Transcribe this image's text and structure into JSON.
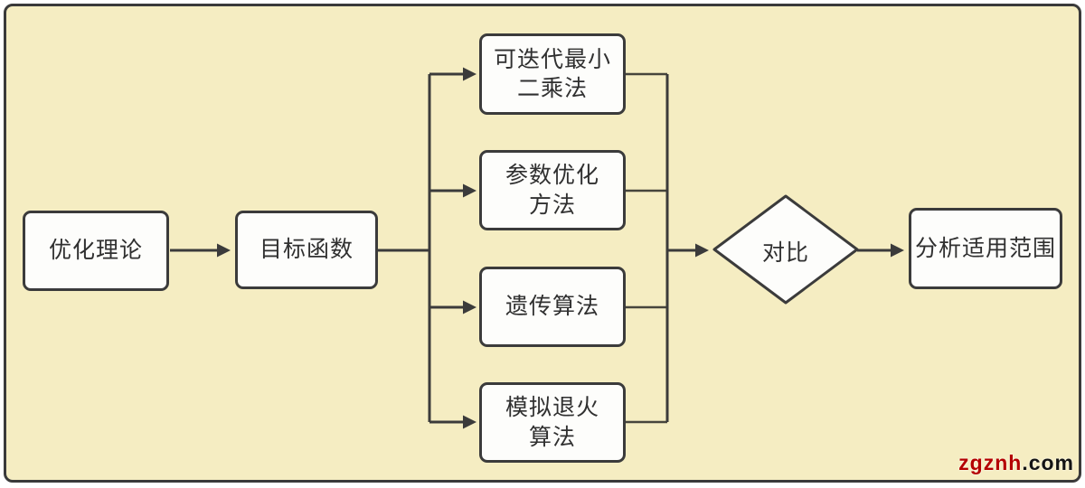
{
  "diagram": {
    "type": "flowchart",
    "language": "zh-CN",
    "nodes": {
      "optimization_theory": {
        "label": "优化理论",
        "shape": "rounded-rect"
      },
      "objective_function": {
        "label": "目标函数",
        "shape": "rounded-rect"
      },
      "iterative_least_squares": {
        "label": "可迭代最小\n二乘法",
        "shape": "rounded-rect"
      },
      "parameter_optimization": {
        "label": "参数优化\n方法",
        "shape": "rounded-rect"
      },
      "genetic_algorithm": {
        "label": "遗传算法",
        "shape": "rounded-rect"
      },
      "simulated_annealing": {
        "label": "模拟退火\n算法",
        "shape": "rounded-rect"
      },
      "comparison": {
        "label": "对比",
        "shape": "diamond"
      },
      "analyze_scope": {
        "label": "分析适用范围",
        "shape": "rounded-rect"
      }
    },
    "edges": [
      {
        "from": "优化理论",
        "to": "目标函数"
      },
      {
        "from": "目标函数",
        "to": "可迭代最小二乘法"
      },
      {
        "from": "目标函数",
        "to": "参数优化方法"
      },
      {
        "from": "目标函数",
        "to": "遗传算法"
      },
      {
        "from": "目标函数",
        "to": "模拟退火算法"
      },
      {
        "from": "可迭代最小二乘法",
        "to": "对比"
      },
      {
        "from": "参数优化方法",
        "to": "对比"
      },
      {
        "from": "遗传算法",
        "to": "对比"
      },
      {
        "from": "模拟退火算法",
        "to": "对比"
      },
      {
        "from": "对比",
        "to": "分析适用范围"
      }
    ],
    "colors": {
      "canvas_background": "#f5edc2",
      "node_fill": "#fdfdfb",
      "border_and_lines": "#3b3b3b",
      "text": "#303030",
      "watermark_red": "#b40000",
      "watermark_black": "#141414"
    },
    "watermark": {
      "brand": "zgznh",
      "suffix": ".com"
    }
  }
}
